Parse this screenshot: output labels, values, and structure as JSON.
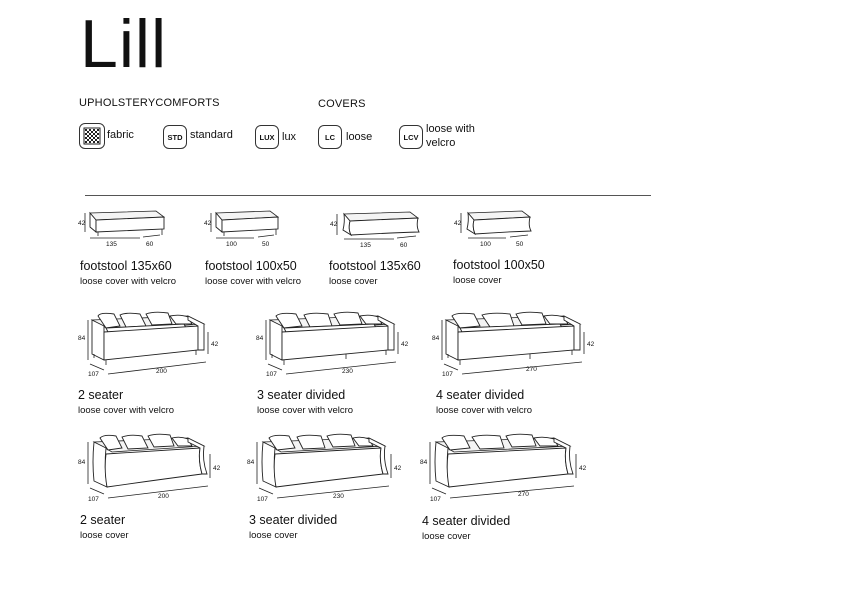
{
  "title": "Lill",
  "sections": {
    "upholstery": "UPHOLSTERY",
    "comforts": "COMFORTS",
    "covers": "COVERS"
  },
  "symbols": [
    {
      "code": "",
      "label": "fabric",
      "icon": "fabric-swatch-icon"
    },
    {
      "code": "STD",
      "label": "standard",
      "icon": "standard-comfort-icon"
    },
    {
      "code": "LUX",
      "label": "lux",
      "icon": "lux-comfort-icon"
    },
    {
      "code": "LC",
      "label": "loose",
      "icon": "loose-cover-icon"
    },
    {
      "code": "LCV",
      "label": "loose with velcro",
      "icon": "loose-velcro-cover-icon"
    }
  ],
  "products": [
    {
      "name": "footstool 135x60",
      "desc": "loose cover with velcro",
      "dims": {
        "height": "42",
        "width": "135",
        "depth": "60"
      }
    },
    {
      "name": "footstool 100x50",
      "desc": "loose cover with velcro",
      "dims": {
        "height": "42",
        "width": "100",
        "depth": "50"
      }
    },
    {
      "name": "footstool 135x60",
      "desc": "loose cover",
      "dims": {
        "height": "42",
        "width": "135",
        "depth": "60"
      }
    },
    {
      "name": "footstool 100x50",
      "desc": "loose cover",
      "dims": {
        "height": "42",
        "width": "100",
        "depth": "50"
      }
    },
    {
      "name": "2 seater",
      "desc": "loose cover with velcro",
      "dims": {
        "height": "84",
        "seat": "42",
        "depth": "107",
        "width": "200"
      }
    },
    {
      "name": "3 seater divided",
      "desc": "loose cover with velcro",
      "dims": {
        "height": "84",
        "seat": "42",
        "depth": "107",
        "width": "230"
      }
    },
    {
      "name": "4 seater divided",
      "desc": "loose cover with velcro",
      "dims": {
        "height": "84",
        "seat": "42",
        "depth": "107",
        "width": "270"
      }
    },
    {
      "name": "2 seater",
      "desc": "loose cover",
      "dims": {
        "height": "84",
        "seat": "42",
        "depth": "107",
        "width": "200"
      }
    },
    {
      "name": "3 seater divided",
      "desc": "loose cover",
      "dims": {
        "height": "84",
        "seat": "42",
        "depth": "107",
        "width": "230"
      }
    },
    {
      "name": "4 seater divided",
      "desc": "loose cover",
      "dims": {
        "height": "84",
        "seat": "42",
        "depth": "107",
        "width": "270"
      }
    }
  ]
}
